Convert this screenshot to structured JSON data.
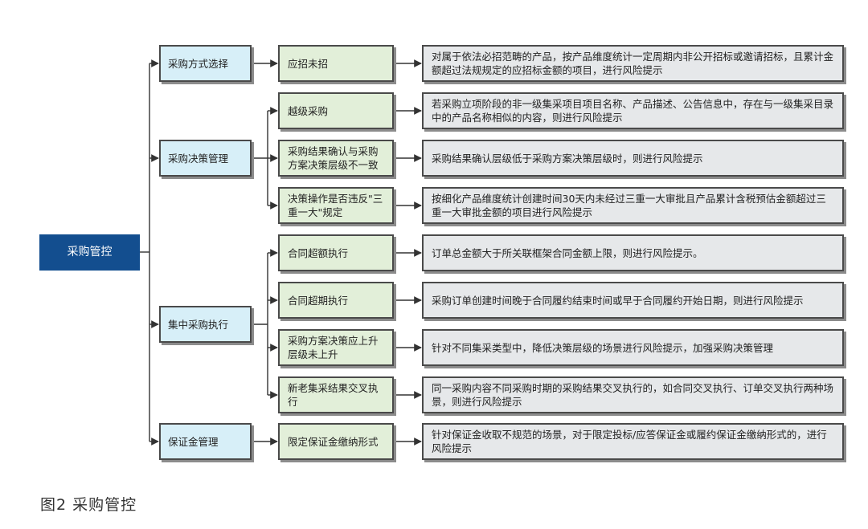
{
  "root": "采购管控",
  "categories": [
    {
      "label": "采购方式选择"
    },
    {
      "label": "采购决策管理"
    },
    {
      "label": "集中采购执行"
    },
    {
      "label": "保证金管理"
    }
  ],
  "items": [
    {
      "label": "应招未招",
      "description": "对属于依法必招范畴的产品，按产品维度统计一定周期内非公开招标或邀请招标，且累计金额超过法规规定的应招标金额的项目，进行风险提示"
    },
    {
      "label": "越级采购",
      "description": "若采购立项阶段的非一级集采项目项目名称、产品描述、公告信息中，存在与一级集采目录中的产品名称相似的内容，则进行风险提示"
    },
    {
      "label": "采购结果确认与采购方案决策层级不一致",
      "description": "采购结果确认层级低于采购方案决策层级时，则进行风险提示"
    },
    {
      "label": "决策操作是否违反\"三重一大\"规定",
      "description": "按细化产品维度统计创建时间30天内未经过三重一大审批且产品累计含税预估金额超过三重一大审批金额的项目进行风险提示"
    },
    {
      "label": "合同超额执行",
      "description": "订单总金额大于所关联框架合同金额上限，则进行风险提示。"
    },
    {
      "label": "合同超期执行",
      "description": "采购订单创建时间晚于合同履约结束时间或早于合同履约开始日期，则进行风险提示"
    },
    {
      "label": "采购方案决策应上升层级未上升",
      "description": "针对不同集采类型中，降低决策层级的场景进行风险提示，加强采购决策管理"
    },
    {
      "label": "新老集采结果交叉执行",
      "description": "同一采购内容不同采购时期的采购结果交叉执行的，如合同交叉执行、订单交叉执行两种场景，则进行风险提示"
    },
    {
      "label": "限定保证金缴纳形式",
      "description": "针对保证金收取不规范的场景，对于限定投标/应答保证金或履约保证金缴纳形式的，进行风险提示"
    }
  ],
  "caption": "图2  采购管控",
  "colors": {
    "root_fill": "#134e8f",
    "category_fill": "#d7eff8",
    "item_fill": "#e2efd9",
    "description_fill": "#e6e8ea",
    "line": "#333333"
  }
}
